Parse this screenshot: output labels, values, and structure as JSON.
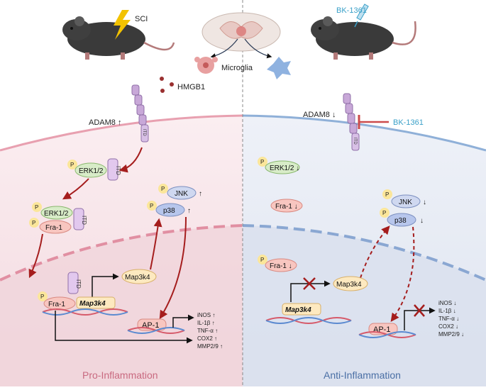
{
  "top": {
    "sci_label": "SCI",
    "drug_label": "BK-1361",
    "microglia_label": "Microglia",
    "hmgb1_label": "HMGB1"
  },
  "left": {
    "adam8": "ADAM8 ↑",
    "itd": "ITD",
    "p": "P",
    "erk": "ERK1/2",
    "fra1": "Fra-1",
    "jnk": "JNK",
    "p38": "p38",
    "jnk_arrow": "↑",
    "p38_arrow": "↑",
    "map3k4_protein": "Map3k4",
    "map3k4_gene": "Map3k4",
    "ap1": "AP-1",
    "genes": [
      "iNOS ↑",
      "IL-1β ↑",
      "TNF-α ↑",
      "COX2 ↑",
      "MMP2/9 ↑"
    ],
    "title": "Pro-Inflammation"
  },
  "right": {
    "adam8": "ADAM8 ↓",
    "inhibitor": "BK-1361",
    "itd": "ITD",
    "p": "P",
    "erk": "ERK1/2 ↓",
    "fra1_cyto": "Fra-1 ↓",
    "fra1_nuc": "Fra-1 ↓",
    "jnk": "JNK",
    "p38": "p38",
    "jnk_arrow": "↓",
    "p38_arrow": "↓",
    "map3k4_protein": "Map3k4",
    "map3k4_gene": "Map3k4",
    "ap1": "AP-1",
    "genes": [
      "iNOS ↓",
      "IL-1β ↓",
      "TNF-α ↓",
      "COX2 ↓",
      "MMP2/9 ↓"
    ],
    "title": "Anti-Inflammation"
  },
  "colors": {
    "pro_bg": "#f6e2e7",
    "pro_nucleus": "#efd3da",
    "anti_bg": "#e6eaf3",
    "anti_nucleus": "#dde3ef",
    "pro_title": "#c96a80",
    "anti_title": "#4a6fa5",
    "arrow_red": "#a51d1d",
    "inhibit_red": "#cc4b4b",
    "drug_blue": "#3aa0c8"
  }
}
